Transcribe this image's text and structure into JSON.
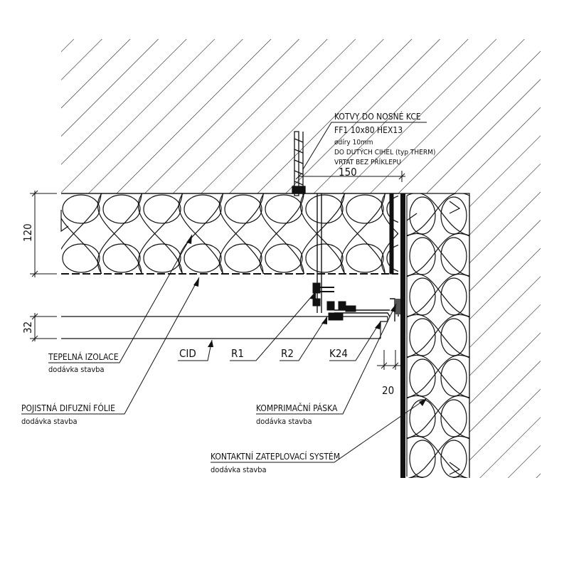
{
  "colors": {
    "ink": "#111111",
    "background": "#ffffff"
  },
  "anchor_note": {
    "title": "KOTVY DO NOSNÉ KCE",
    "lines": [
      "FF1 10x80 HEX13",
      "ødíry 10mm",
      "DO DUTÝCH CIHEL (typ THERM)",
      "VRTAT BEZ PŘÍKLEPU"
    ]
  },
  "dimensions": {
    "top": "150",
    "left_upper": "120",
    "left_lower": "32",
    "right_gap": "20"
  },
  "profile_tags": [
    "CID",
    "R1",
    "R2",
    "K24"
  ],
  "callouts": {
    "insulation": {
      "title": "TEPELNÁ IZOLACE",
      "supply": "dodávka stavba"
    },
    "foil": {
      "title": "POJISTNÁ DIFUZNÍ FÓLIE",
      "supply": "dodávka stavba"
    },
    "tape": {
      "title": "KOMPRIMAČNÍ PÁSKA",
      "supply": "dodávka stavba"
    },
    "etics": {
      "title": "KONTAKTNÍ ZATEPLOVACÍ SYSTÉM",
      "supply": "dodávka stavba"
    }
  }
}
